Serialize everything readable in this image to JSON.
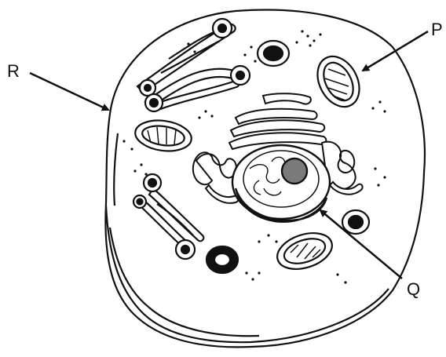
{
  "labels": {
    "p": "P",
    "q": "Q",
    "r": "R"
  },
  "colors": {
    "outline": "#111111",
    "fill": "#ffffff",
    "nucleolus": "#7a7a7a"
  }
}
